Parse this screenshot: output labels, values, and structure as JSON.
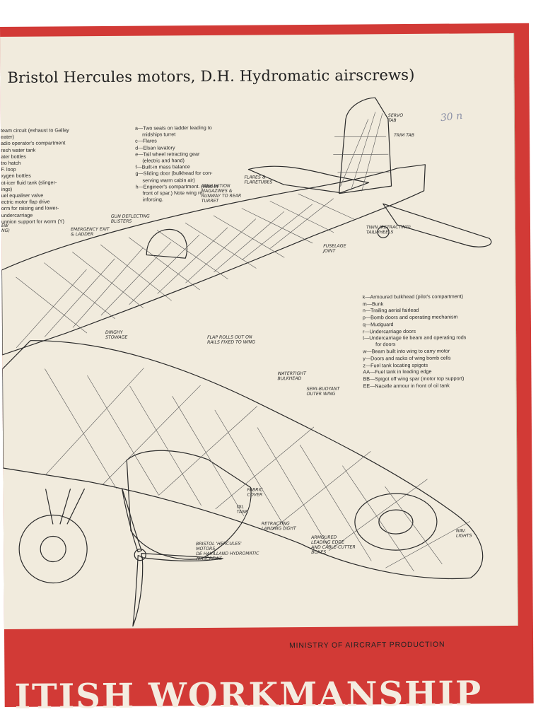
{
  "poster": {
    "title": "Bristol Hercules motors, D.H. Hydromatic airscrews)",
    "handwritten_note": "30 n",
    "credit": "MINISTRY OF AIRCRAFT PRODUCTION",
    "banner": "ITISH WORKMANSHIP"
  },
  "legend_left": [
    "team circuit (exhaust to Gallay",
    "eater)",
    "adio operator's compartment",
    "resh water tank",
    "ater bottles",
    "tro hatch",
    "F. loop",
    "xygen bottles",
    "ot-icer fluid tank (slinger-",
    "ings)",
    "uel equaliser valve",
    "ectric motor flap drive",
    "orm for raising and lower-",
    "undercarriage",
    "unnion support for worm (Y)"
  ],
  "legend_mid": [
    "a—Two seats on ladder leading to",
    "     midships turret",
    "c—Flares",
    "d—Elsan lavatory",
    "e—Tail wheel retracting gear",
    "     (electric and hand)",
    "f—Built-in mass balance",
    "g—Sliding door (bulkhead for con-",
    "     serving warm cabin air)",
    "h—Engineer's compartment. (Also in",
    "     front of spar.) Note wing re-",
    "     inforcing."
  ],
  "legend_right": [
    "k—Armoured bulkhead (pilot's compartment)",
    "m—Bunk",
    "n—Trailing aerial fairlead",
    "p—Bomb doors and operating mechanism",
    "q—Mudguard",
    "r—Undercarriage doors",
    "t—Undercarriage tie beam and operating rods for doors",
    "w—Beam built into wing to carry motor",
    "y—Doors and racks of wing bomb cells",
    "z—Fuel tank locating spigots",
    "AA—Fuel tank in leading edge",
    "BB—Spigot off wing spar (motor top support)",
    "EE—Nacelle armour in front of oil tank"
  ],
  "labels": {
    "servo_tab": "SERVO\nTAB",
    "trim_tab": "TRIM TAB",
    "flares": "FLARES &\nFLARETUBES",
    "ammunition": "AMMUNITION\nMAGAZINES &\nRUNWAY TO REAR\nTURRET",
    "gun_blisters": "GUN DEFLECTING\nBLISTERS",
    "emergency_exit": "EMERGENCY EXIT\n& LADDER",
    "crew": "EW\nNG)",
    "fuselage_joint": "FUSELAGE\nJOINT",
    "twin_tailwheels": "TWIN (RETRACTING)\nTAILWHEELS",
    "dinghy": "DINGHY\nSTOWAGE",
    "flap_rolls": "FLAP ROLLS OUT ON\nRAILS FIXED TO WING",
    "watertight": "WATERTIGHT\nBULKHEAD",
    "semi_buoyant": "SEMI-BUOYANT\nOUTER WING",
    "oil_tank": "OIL\nTANK",
    "fabric": "FABRIC\nCOVER",
    "landing_light": "RETRACTING\nLANDING LIGHT",
    "armoured_edge": "ARMOURED\nLEADING EDGE\nAND CABLE-CUTTER\nBOXES",
    "nav_lights": "NAV.\nLIGHTS",
    "motors": "BRISTOL 'HERCULES'\nMOTORS\nDE HAVILLAND HYDROMATIC\nAIRSCREWS"
  },
  "colors": {
    "border_red": "#d23a36",
    "paper": "#f1ebdd",
    "ink": "#222222",
    "banner_text": "#f4ece0"
  }
}
